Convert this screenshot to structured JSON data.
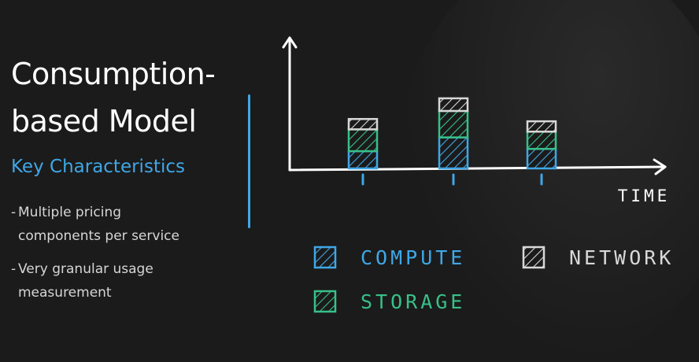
{
  "slide": {
    "title_line1": "Consumption-",
    "title_line2": "based Model",
    "subtitle": "Key Characteristics",
    "bullets": [
      {
        "dash": "-",
        "text": "Multiple pricing\ncomponents per service"
      },
      {
        "dash": "-",
        "text": "Very granular usage\nmeasurement"
      }
    ]
  },
  "colors": {
    "accent": "#3fa7e6",
    "compute": "#3fa7e6",
    "storage": "#38c08a",
    "network": "#d8d8d8",
    "background": "#1b1b1b"
  },
  "chart_data": {
    "type": "bar",
    "stacked": true,
    "categories": [
      "",
      "",
      ""
    ],
    "xlabel": "TIME",
    "ylabel": "",
    "ylim": [
      0,
      10
    ],
    "series": [
      {
        "name": "COMPUTE",
        "values": [
          1.5,
          2.7,
          1.7
        ],
        "color": "#3fa7e6"
      },
      {
        "name": "STORAGE",
        "values": [
          1.9,
          2.3,
          1.5
        ],
        "color": "#38c08a"
      },
      {
        "name": "NETWORK",
        "values": [
          0.9,
          1.1,
          0.9
        ],
        "color": "#d8d8d8"
      }
    ],
    "legend": [
      {
        "label": "COMPUTE",
        "series": 0
      },
      {
        "label": "NETWORK",
        "series": 2
      },
      {
        "label": "STORAGE",
        "series": 1
      }
    ],
    "grid": false,
    "legend_position": "bottom"
  }
}
